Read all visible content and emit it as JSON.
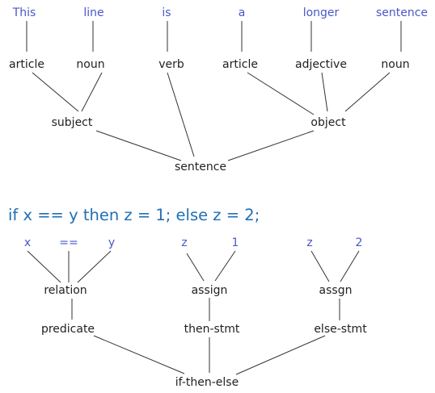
{
  "tree1": {
    "words": [
      "This",
      "line",
      "is",
      "a",
      "longer",
      "sentence"
    ],
    "tags": [
      "article",
      "noun",
      "verb",
      "article",
      "adjective",
      "noun"
    ],
    "phrases": [
      "subject",
      "object"
    ],
    "root": "sentence"
  },
  "code_line": "if x == y then z = 1; else z = 2;",
  "tree2": {
    "tokens": [
      "x",
      "==",
      "y",
      "z",
      "1",
      "z",
      "2"
    ],
    "level1": [
      "relation",
      "assign",
      "assgn"
    ],
    "level2": [
      "predicate",
      "then-stmt",
      "else-stmt"
    ],
    "root": "if-then-else"
  },
  "colors": {
    "word_text": "#4a57c8",
    "label_text": "#1f1f1f",
    "code_text": "#1f6fb5",
    "edges": "#333333"
  }
}
